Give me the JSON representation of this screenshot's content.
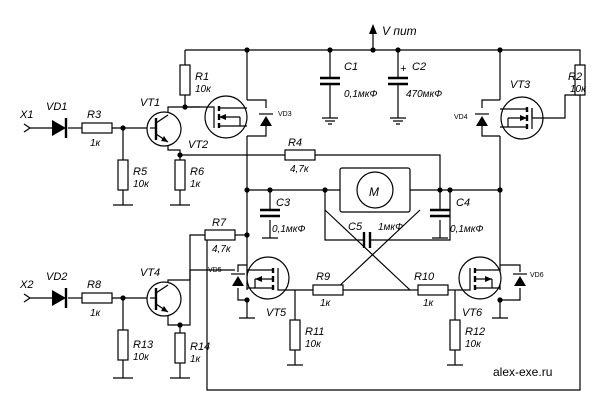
{
  "supply": {
    "label": "V пит"
  },
  "inputs": [
    {
      "name": "X1",
      "diode": "VD1"
    },
    {
      "name": "X2",
      "diode": "VD2"
    }
  ],
  "resistors": {
    "R1": {
      "ref": "R1",
      "value": "10к"
    },
    "R2": {
      "ref": "R2",
      "value": "10к"
    },
    "R3": {
      "ref": "R3",
      "value": "1к"
    },
    "R4": {
      "ref": "R4",
      "value": "4,7к"
    },
    "R5": {
      "ref": "R5",
      "value": "10к"
    },
    "R6": {
      "ref": "R6",
      "value": "1к"
    },
    "R7": {
      "ref": "R7",
      "value": "4,7к"
    },
    "R8": {
      "ref": "R8",
      "value": "1к"
    },
    "R9": {
      "ref": "R9",
      "value": "1к"
    },
    "R10": {
      "ref": "R10",
      "value": "1к"
    },
    "R11": {
      "ref": "R11",
      "value": "10к"
    },
    "R12": {
      "ref": "R12",
      "value": "10к"
    },
    "R13": {
      "ref": "R13",
      "value": "10к"
    },
    "R14": {
      "ref": "R14",
      "value": "1к"
    }
  },
  "capacitors": {
    "C1": {
      "ref": "C1",
      "value": "0,1мкФ"
    },
    "C2": {
      "ref": "C2",
      "value": "470мкФ"
    },
    "C3": {
      "ref": "C3",
      "value": "0,1мкФ"
    },
    "C4": {
      "ref": "C4",
      "value": "0,1мкФ"
    },
    "C5": {
      "ref": "C5",
      "value": "1мкФ"
    }
  },
  "transistors": {
    "VT1": "VT1",
    "VT2": "VT2",
    "VT3": "VT3",
    "VT4": "VT4",
    "VT5": "VT5",
    "VT6": "VT6"
  },
  "diodes": {
    "VD3": "VD3",
    "VD4": "VD4",
    "VD5": "VD5",
    "VD6": "VD6"
  },
  "motor": {
    "label": "M"
  },
  "plus_sign": "+",
  "watermark": "alex-exe.ru"
}
